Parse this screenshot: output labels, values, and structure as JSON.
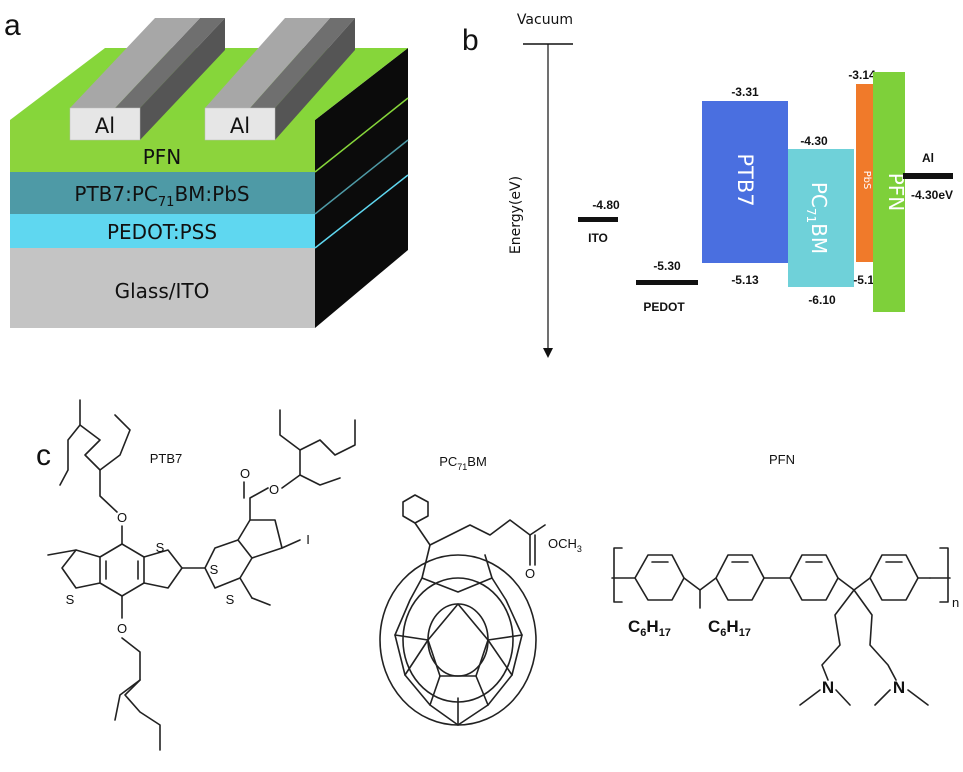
{
  "panels": {
    "a": "a",
    "b": "b",
    "c": "c"
  },
  "device": {
    "electrode_label": "Al",
    "layers": [
      {
        "label": "PFN",
        "face": "#8cd43c",
        "top": "#86d63a"
      },
      {
        "label_parts": [
          "PTB7:PC",
          "71",
          "BM:PbS"
        ],
        "face": "#4e9aa6"
      },
      {
        "label": "PEDOT:PSS",
        "face": "#5fd7f0"
      },
      {
        "label": "Glass/ITO",
        "face": "#c4c4c4"
      }
    ]
  },
  "energy": {
    "axis_label": "Energy(eV)",
    "vacuum_label": "Vacuum",
    "ito": {
      "name": "ITO",
      "level": "-4.80"
    },
    "pedot": {
      "name": "PEDOT",
      "level": "-5.30"
    },
    "ptb7": {
      "name": "PTB7",
      "lumo": "-3.31",
      "homo": "-5.13",
      "color": "#4a6fe0"
    },
    "pc71bm": {
      "name_parts": [
        "PC",
        "71",
        "BM"
      ],
      "lumo": "-4.30",
      "homo": "-6.10",
      "color": "#6fd1d9"
    },
    "pbs": {
      "name": "PbS",
      "lumo": "-3.14",
      "homo": "-5.13",
      "color": "#f07a2a"
    },
    "pfn": {
      "name": "PFN",
      "color": "#7ed03a"
    },
    "al": {
      "name": "Al",
      "level": "-4.30eV"
    }
  },
  "structures": {
    "ptb7": {
      "title": "PTB7",
      "atoms": {
        "o": "O",
        "s": "S",
        "i": "I"
      }
    },
    "pc71bm": {
      "title_parts": [
        "PC",
        "71",
        "BM"
      ],
      "methoxy": "OCH",
      "methoxy_sub": "3",
      "carbonyl_o": "O"
    },
    "pfn": {
      "title": "PFN",
      "n": "N",
      "n_sub": "n",
      "c": "C",
      "c_sub": "6",
      "h": "H",
      "h_sub": "17"
    }
  }
}
